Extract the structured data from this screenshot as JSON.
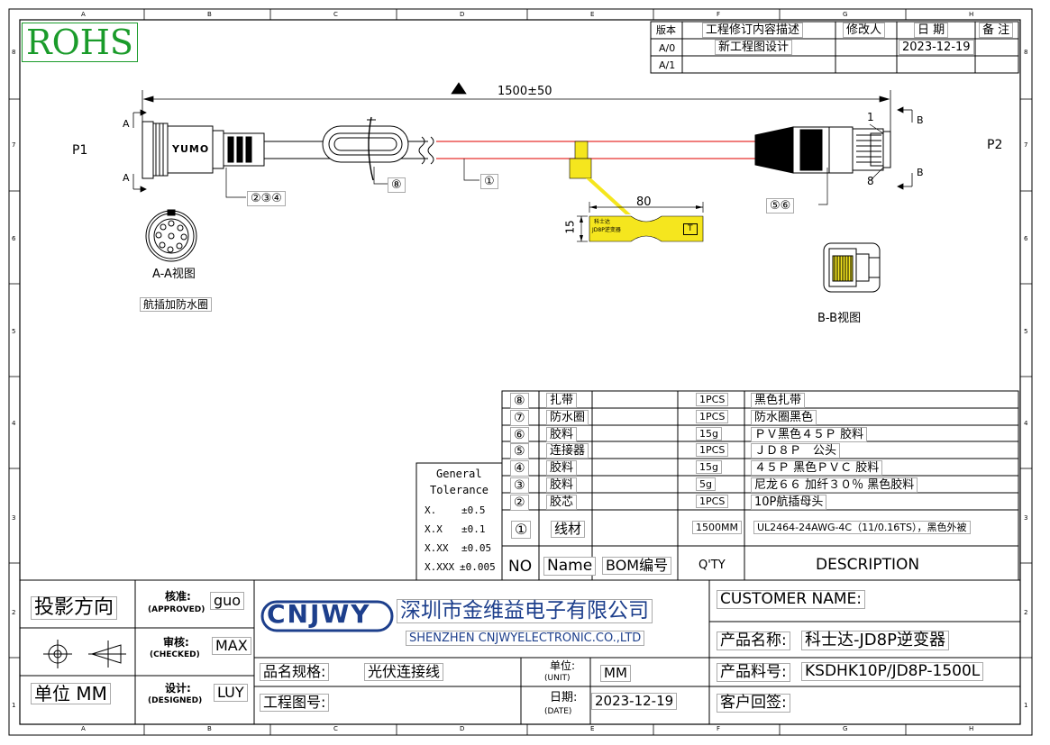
{
  "border": {
    "col_letters": [
      "A",
      "B",
      "C",
      "D",
      "E",
      "F",
      "G",
      "H"
    ],
    "row_numbers": [
      "8",
      "7",
      "6",
      "5",
      "4",
      "3",
      "2",
      "1"
    ]
  },
  "rohs": "ROHS",
  "revision_table": {
    "headers": [
      "版本",
      "工程修订内容描述",
      "修改人",
      "日 期",
      "备 注"
    ],
    "rows": [
      {
        "version": "A/0",
        "desc": "新工程图设计",
        "person": "",
        "date": "2023-12-19",
        "note": ""
      },
      {
        "version": "A/1",
        "desc": "",
        "person": "",
        "date": "",
        "note": ""
      }
    ]
  },
  "drawing": {
    "length_dim": "1500±50",
    "p1": "P1",
    "p2": "P2",
    "section_a": "A",
    "section_b": "B",
    "connector_brand": "YUMO",
    "callout_1": "①",
    "callout_234": "②③④",
    "callout_8": "⑧",
    "callout_56": "⑤⑥",
    "pin_1": "1",
    "pin_8": "8",
    "label_width": "80",
    "label_height": "15",
    "label_text_line1": "科士达",
    "label_text_line2": "JD8P逆变器",
    "label_t": "T",
    "view_aa": "A-A视图",
    "view_aa_note": "航插加防水圈",
    "view_bb": "B-B视图",
    "colors": {
      "wire_red": "#e8322f",
      "label_yellow": "#f5e61e",
      "line": "#000000"
    }
  },
  "tolerance": {
    "title_line1": "General",
    "title_line2": "Tolerance",
    "rows": [
      {
        "k": "X.",
        "v": "±0.5"
      },
      {
        "k": "X.X",
        "v": "±0.1"
      },
      {
        "k": "X.XX",
        "v": "±0.05"
      },
      {
        "k": "X.XXX",
        "v": "±0.005"
      }
    ]
  },
  "bom": {
    "headers": {
      "no": "NO",
      "name": "Name",
      "bom": "BOM编号",
      "qty": "Q'TY",
      "desc": "DESCRIPTION"
    },
    "rows": [
      {
        "no": "⑧",
        "name": "扎带",
        "qty": "1PCS",
        "desc": "黑色扎带"
      },
      {
        "no": "⑦",
        "name": "防水圈",
        "qty": "1PCS",
        "desc": "防水圈黑色"
      },
      {
        "no": "⑥",
        "name": "胶料",
        "qty": "15g",
        "desc": "ＰＶ黑色４５Ｐ 胶料"
      },
      {
        "no": "⑤",
        "name": "连接器",
        "qty": "1PCS",
        "desc": "ＪＤ８Ｐ　公头"
      },
      {
        "no": "④",
        "name": "胶料",
        "qty": "15g",
        "desc": "４５Ｐ 黑色ＰＶＣ 胶料"
      },
      {
        "no": "③",
        "name": "胶料",
        "qty": "5g",
        "desc": "尼龙６６ 加纤３０％ 黑色胶料"
      },
      {
        "no": "②",
        "name": "胶芯",
        "qty": "1PCS",
        "desc": "10P航插母头"
      },
      {
        "no": "①",
        "name": "线材",
        "qty": "1500MM",
        "desc": "UL2464-24AWG-4C（11/0.16TS），黑色外被"
      }
    ]
  },
  "title_block": {
    "projection": "投影方向",
    "unit_label": "单位 MM",
    "approved_cn": "核准:",
    "approved_en": "(APPROVED)",
    "approved_by": "guo",
    "checked_cn": "审核:",
    "checked_en": "(CHECKED)",
    "checked_by": "MAX",
    "designed_cn": "设计:",
    "designed_en": "(DESIGNED)",
    "designed_by": "LUY",
    "company_logo": "CNJWY",
    "company_cn": "深圳市金维益电子有限公司",
    "company_en": "SHENZHEN CNJWYELECTRONIC.CO.,LTD",
    "spec_label": "品名规格:",
    "spec_value": "光伏连接线",
    "unit_cn": "单位:",
    "unit_en": "(UNIT)",
    "unit_value": "MM",
    "drawing_no_label": "工程图号:",
    "date_cn": "日期:",
    "date_en": "(DATE)",
    "date_value": "2023-12-19",
    "customer_name_label": "CUSTOMER NAME:",
    "product_name_label": "产品名称:",
    "product_name_value": "科士达-JD8P逆变器",
    "product_no_label": "产品料号:",
    "product_no_value": "KSDHK10P/JD8P-1500L",
    "customer_sign_label": "客户回签:"
  }
}
